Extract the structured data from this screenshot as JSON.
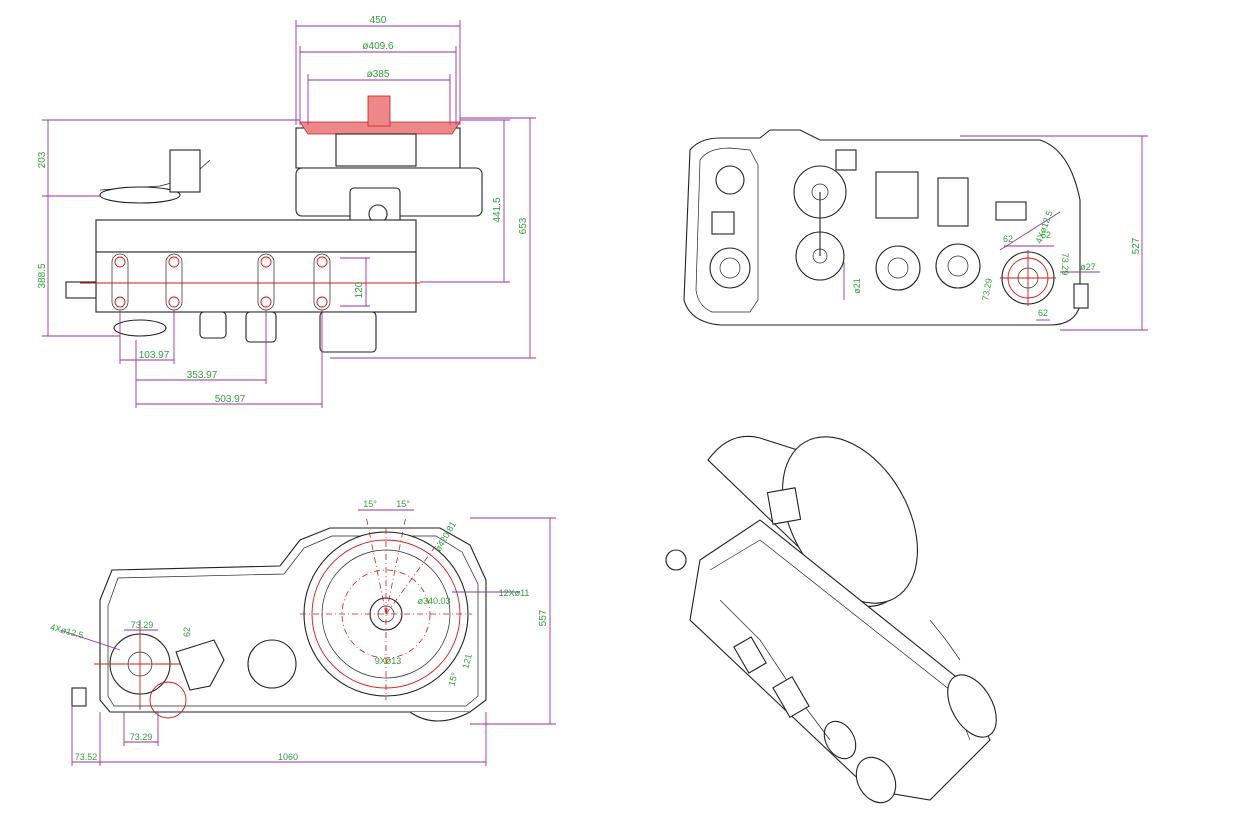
{
  "views": {
    "front": {
      "dims": {
        "d450": "450",
        "d409": "ø409.6",
        "d385": "ø385",
        "d203": "203",
        "d3885": "388.5",
        "d4415": "441.5",
        "d653": "653",
        "d120": "120",
        "d10397": "103.97",
        "d35397": "353.97",
        "d50397": "503.97"
      }
    },
    "side": {
      "dims": {
        "d527": "527",
        "d4x125": "4Xø12.5",
        "d7329a": "73.29",
        "d62a": "62",
        "d7329b": "73.29",
        "d27": "ø27",
        "d62b": "62",
        "d62c": "62",
        "d21": "ø21"
      }
    },
    "top": {
      "dims": {
        "d15a": "15°",
        "d15b": "15°",
        "d420": "ø420.81",
        "d340": "ø340.03",
        "d12x11": "12Xø11",
        "d9x13": "9Xø13",
        "d557": "557",
        "d121": "121",
        "d15c": "15°",
        "d4x125": "4Xø12.5",
        "d7329a": "73.29",
        "d62": "62",
        "d7329b": "73.29",
        "d7352": "73.52",
        "d1060": "1060"
      }
    }
  }
}
